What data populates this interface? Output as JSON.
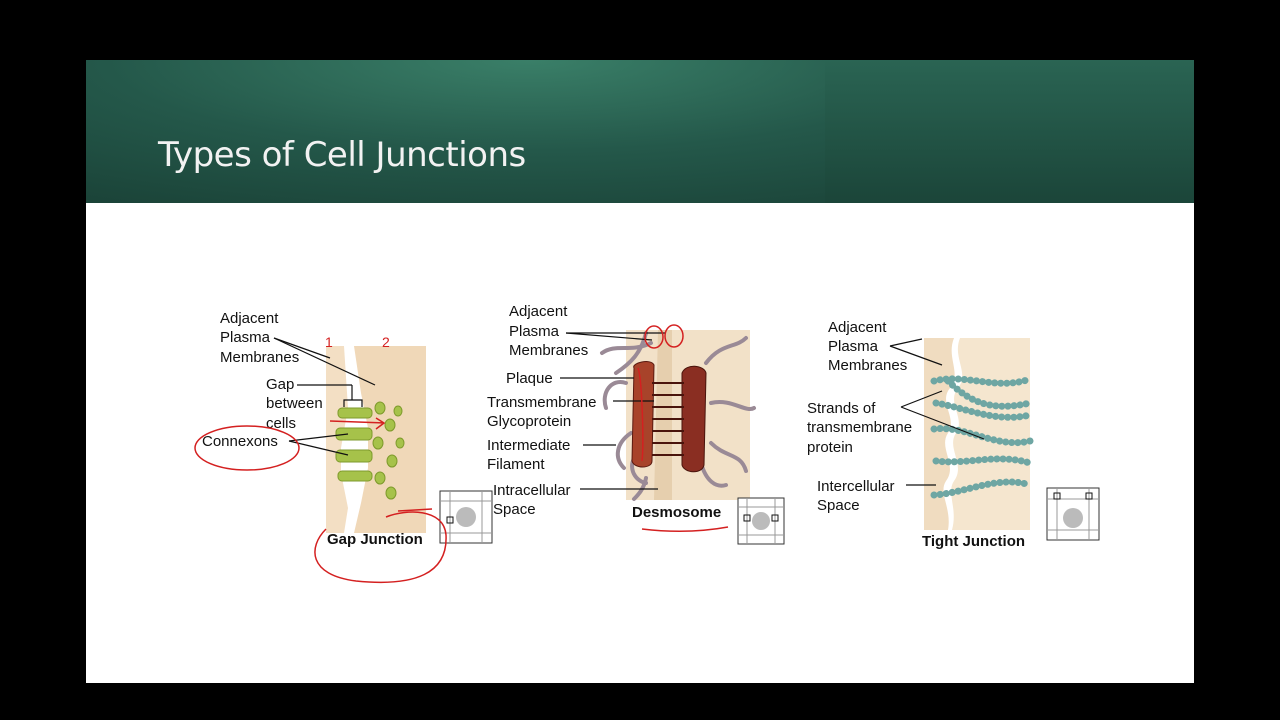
{
  "slide": {
    "title": "Types of Cell Junctions"
  },
  "gap": {
    "adjacent": [
      "Adjacent",
      "Plasma",
      "Membranes"
    ],
    "gap": [
      "Gap",
      "between",
      "cells"
    ],
    "connexons": "Connexons",
    "caption": "Gap Junction",
    "annot": [
      "1",
      "2"
    ]
  },
  "desmo": {
    "adjacent": [
      "Adjacent",
      "Plasma",
      "Membranes"
    ],
    "plaque": "Plaque",
    "transmembrane": [
      "Transmembrane",
      "Glycoprotein"
    ],
    "intermediate": [
      "Intermediate",
      "Filament"
    ],
    "intracellular": [
      "Intracellular",
      "Space"
    ],
    "caption": "Desmosome"
  },
  "tight": {
    "adjacent": [
      "Adjacent",
      "Plasma",
      "Membranes"
    ],
    "strands": [
      "Strands of",
      "transmembrane",
      "protein"
    ],
    "intercellular": [
      "Intercellular",
      "Space"
    ],
    "caption": "Tight Junction"
  },
  "colors": {
    "annotation": "#d42020",
    "connexon": "#a6c24a",
    "tight_strand": "#7fb3b0",
    "desmo_plaque": "#8a2e22",
    "membrane": "#f0dcc0"
  }
}
